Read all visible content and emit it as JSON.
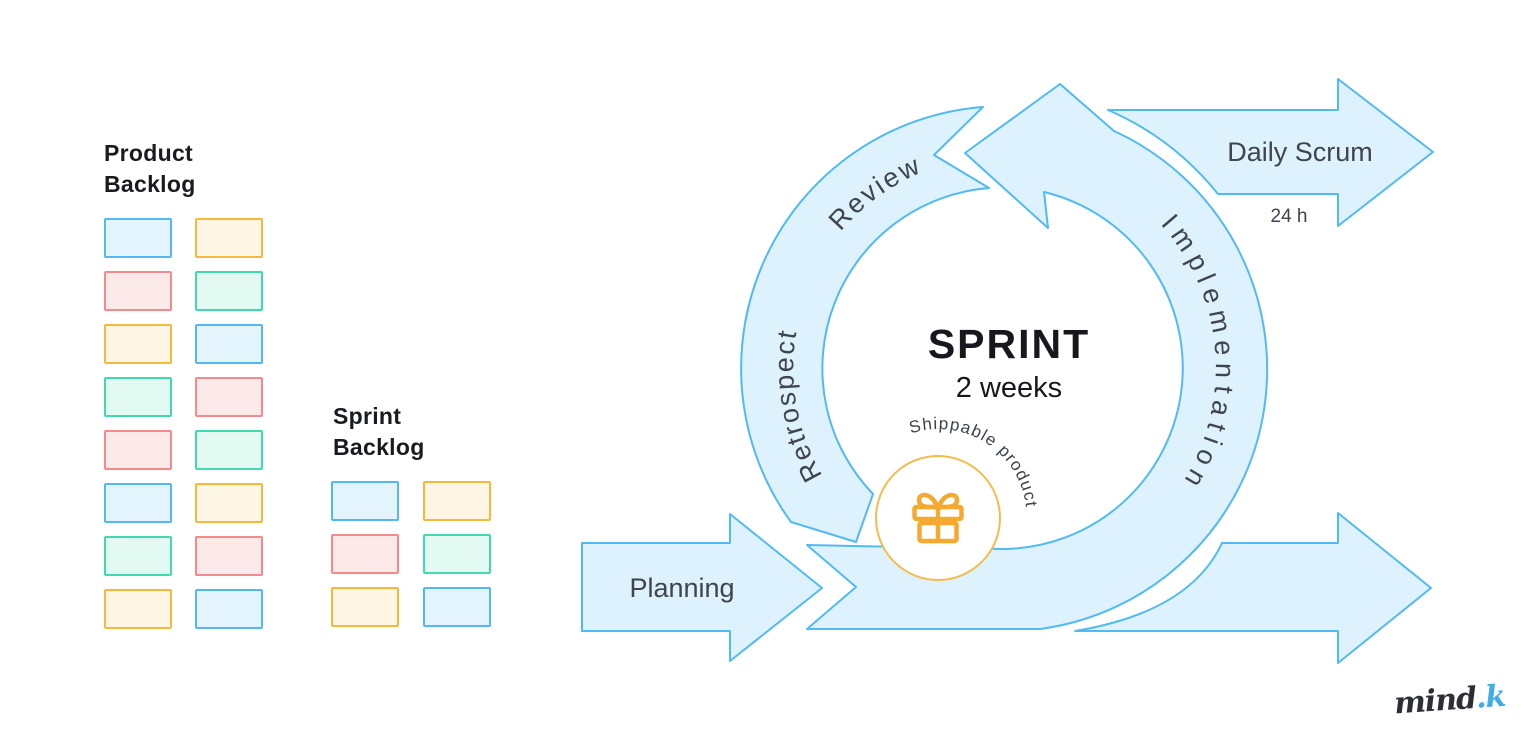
{
  "product_backlog": {
    "title_lines": [
      "Product",
      "Backlog"
    ],
    "boxes": [
      "blue",
      "orange",
      "red",
      "teal",
      "orange",
      "blue",
      "teal",
      "red",
      "red",
      "teal",
      "blue",
      "orange",
      "teal",
      "red",
      "orange",
      "blue"
    ]
  },
  "sprint_backlog": {
    "title_lines": [
      "Sprint",
      "Backlog"
    ],
    "boxes": [
      "blue",
      "orange",
      "red",
      "teal",
      "orange",
      "blue"
    ]
  },
  "box_colors": {
    "blue": {
      "border": "#55B7F3",
      "fill": "#E3F4FD"
    },
    "orange": {
      "border": "#F6B93B",
      "fill": "#FEF6E4"
    },
    "red": {
      "border": "#F48A8A",
      "fill": "#FCEAEA"
    },
    "teal": {
      "border": "#41D9AF",
      "fill": "#E3FAF2"
    }
  },
  "cycle": {
    "title": "SPRINT",
    "subtitle": "2 weeks",
    "planning": "Planning",
    "review": "Review",
    "retrospect": "Retrospect",
    "implementation": "Implementation",
    "daily_scrum": "Daily Scrum",
    "daily_scrum_duration": "24 h",
    "shippable": "Shippable product"
  },
  "colors": {
    "band_fill": "#DDF2FC",
    "band_stroke": "#52BAF2",
    "label_dark": "#3F4450",
    "title_dark": "#17181D",
    "gift_orange": "#F5A930",
    "gift_ring": "#F3BC4F",
    "logo_dark": "#2E2E36",
    "logo_accent": "#41ACE9"
  },
  "logo": {
    "part1": "mind",
    "part2": ".k"
  }
}
